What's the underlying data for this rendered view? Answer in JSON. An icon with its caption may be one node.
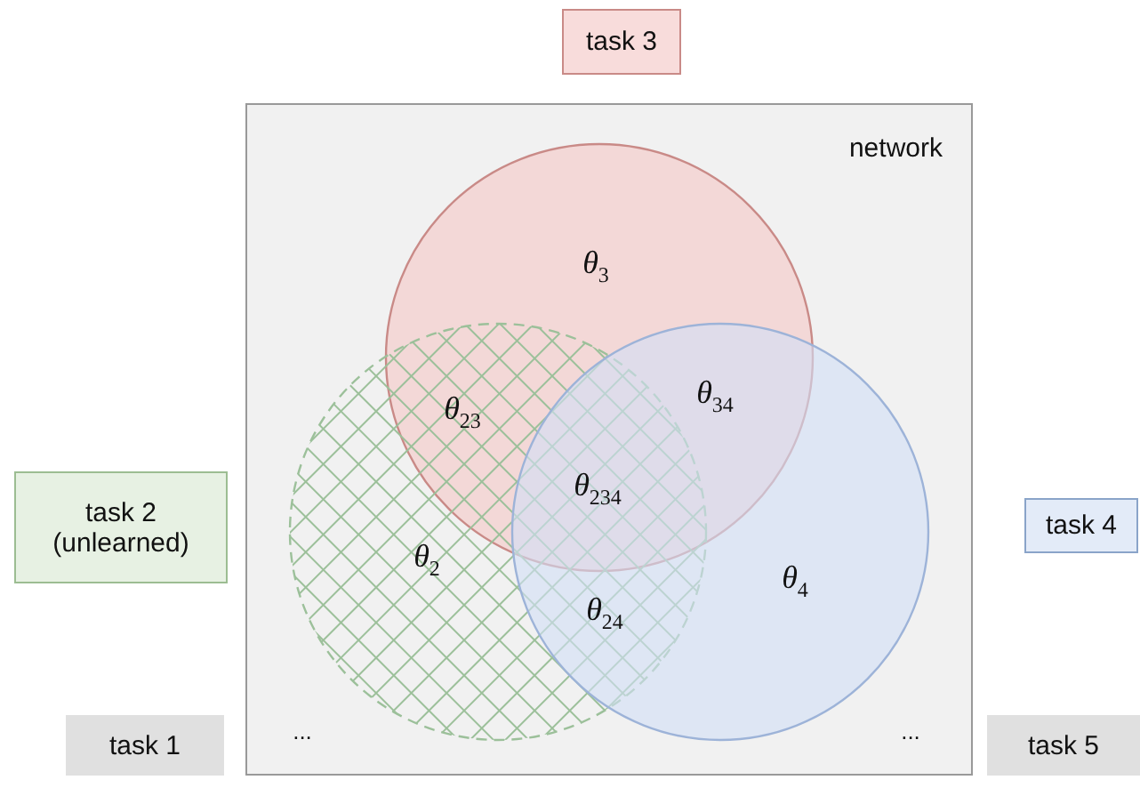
{
  "diagram": {
    "nodes": [
      {
        "text": [
          "task 3"
        ]
      },
      {
        "text": [
          "network"
        ]
      },
      {
        "text": [],
        "shape": "circle",
        "in": 1
      },
      {
        "text": [],
        "shape": "circle",
        "in": 1
      },
      {
        "text": [],
        "shape": "circle",
        "in": 1
      },
      {
        "text": [
          "task 2 (unlearned)"
        ]
      },
      {
        "text": [
          "task 4"
        ]
      },
      {
        "text": [
          "task 1"
        ]
      },
      {
        "text": [
          "task 5"
        ]
      }
    ],
    "edges": [],
    "labels": [
      "*θ*$_{3}$",
      "*θ*$_{23}$",
      "*θ*$_{34}$",
      "*θ*$_{234}$",
      "*θ*$_{2}$",
      "*θ*$_{4}$",
      "*θ*$_{24}$",
      "...",
      "..."
    ]
  }
}
